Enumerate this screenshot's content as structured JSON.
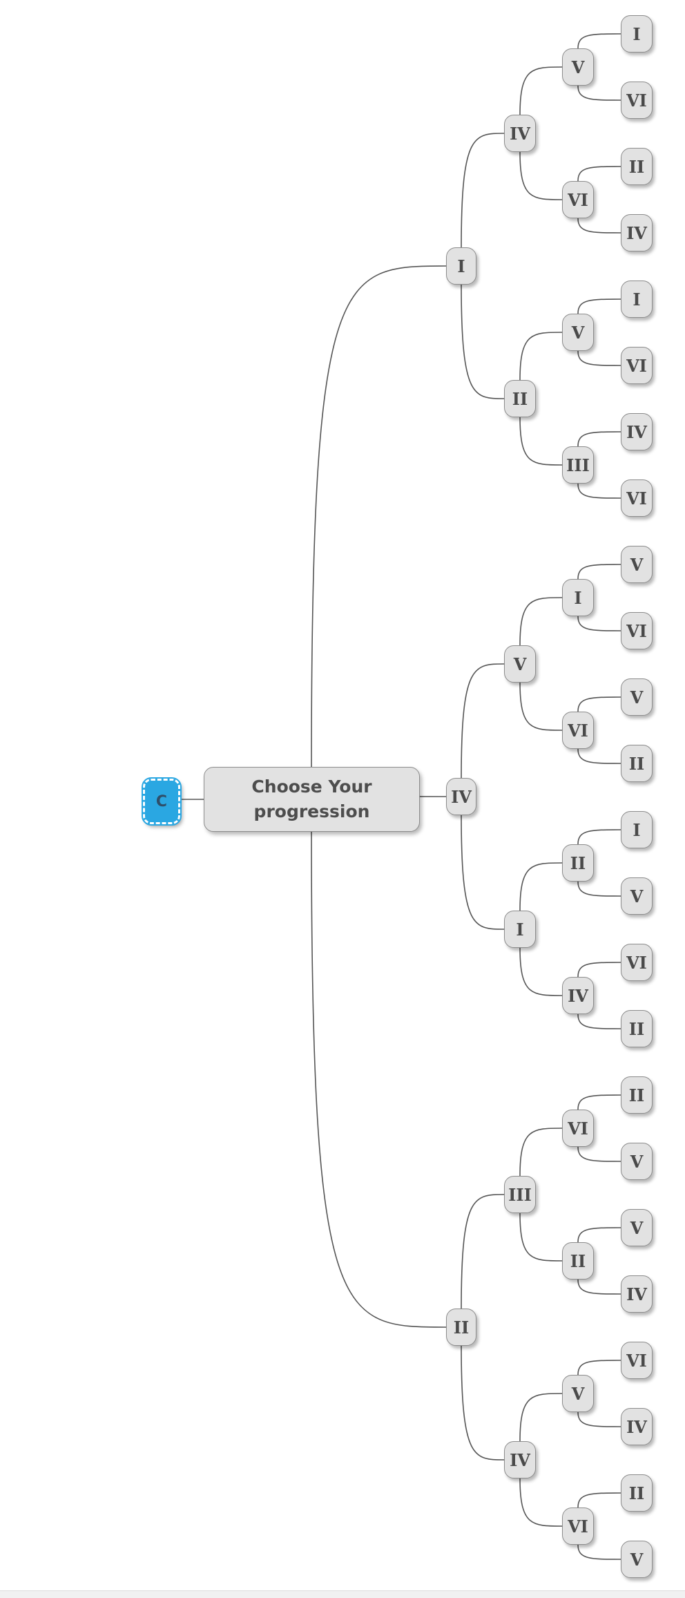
{
  "diagram": {
    "key_label": "C",
    "root_label": "Choose Your progression",
    "level1": [
      "I",
      "IV",
      "II"
    ],
    "level2": [
      "IV",
      "II",
      "V",
      "I",
      "III",
      "IV"
    ],
    "level3": [
      "V",
      "VI",
      "V",
      "III",
      "I",
      "VI",
      "II",
      "IV",
      "VI",
      "II",
      "V",
      "VI"
    ],
    "level4": [
      "I",
      "VI",
      "II",
      "IV",
      "I",
      "VI",
      "IV",
      "VI",
      "V",
      "VI",
      "V",
      "II",
      "I",
      "V",
      "VI",
      "II",
      "II",
      "V",
      "V",
      "IV",
      "VI",
      "IV",
      "II",
      "V"
    ]
  },
  "colors": {
    "node_fill": "#e2e2e2",
    "node_border": "#8c8c8c",
    "connector": "#555555",
    "key_fill": "#2aa7e2"
  }
}
